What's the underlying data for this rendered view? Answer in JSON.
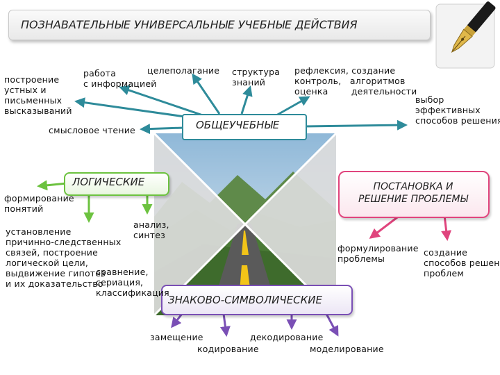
{
  "title": "ПОЗНАВАТЕЛЬНЫЕ УНИВЕРСАЛЬНЫЕ УЧЕБНЫЕ ДЕЙСТВИЯ",
  "colors": {
    "general": "#2e8b9a",
    "logical": "#6cc23f",
    "problem": "#e0447d",
    "sign": "#7a4fb5"
  },
  "icons": {
    "pen": "fountain-pen-icon",
    "center": "mountain-road-picture"
  },
  "general": {
    "label": "ОБЩЕУЧЕБНЫЕ",
    "items": {
      "i1": "построение\nустных и\nписьменных\nвысказываний",
      "i2": "работа\nс информацией",
      "i3": "целеполагание",
      "i4": "структура\nзнаний",
      "i5": "рефлексия, создание\nконтроль,   алгоритмов\nоценка        деятельности",
      "i6": "выбор\nэффективных\nспособов решения",
      "i7": "смысловое чтение"
    }
  },
  "logical": {
    "label": "ЛОГИЧЕСКИЕ",
    "items": {
      "i1": "формирование\nпонятий",
      "i2": "анализ,\nсинтез",
      "i3": "установление\nпричинно-следственных\nсвязей, построение\nлогической цели,\nвыдвижение гипотез\nи их доказательство",
      "i4": "сравнение,\nсериация,\nклассификация"
    }
  },
  "problem": {
    "label": "ПОСТАНОВКА И\nРЕШЕНИЕ ПРОБЛЕМЫ",
    "items": {
      "i1": "формулирование\nпроблемы",
      "i2": "создание\nспособов решения\nпроблем"
    }
  },
  "sign": {
    "label": "ЗНАКОВО-СИМВОЛИЧЕСКИЕ",
    "items": {
      "i1": "замещение",
      "i2": "декодирование",
      "i3": "кодирование",
      "i4": "моделирование"
    }
  }
}
